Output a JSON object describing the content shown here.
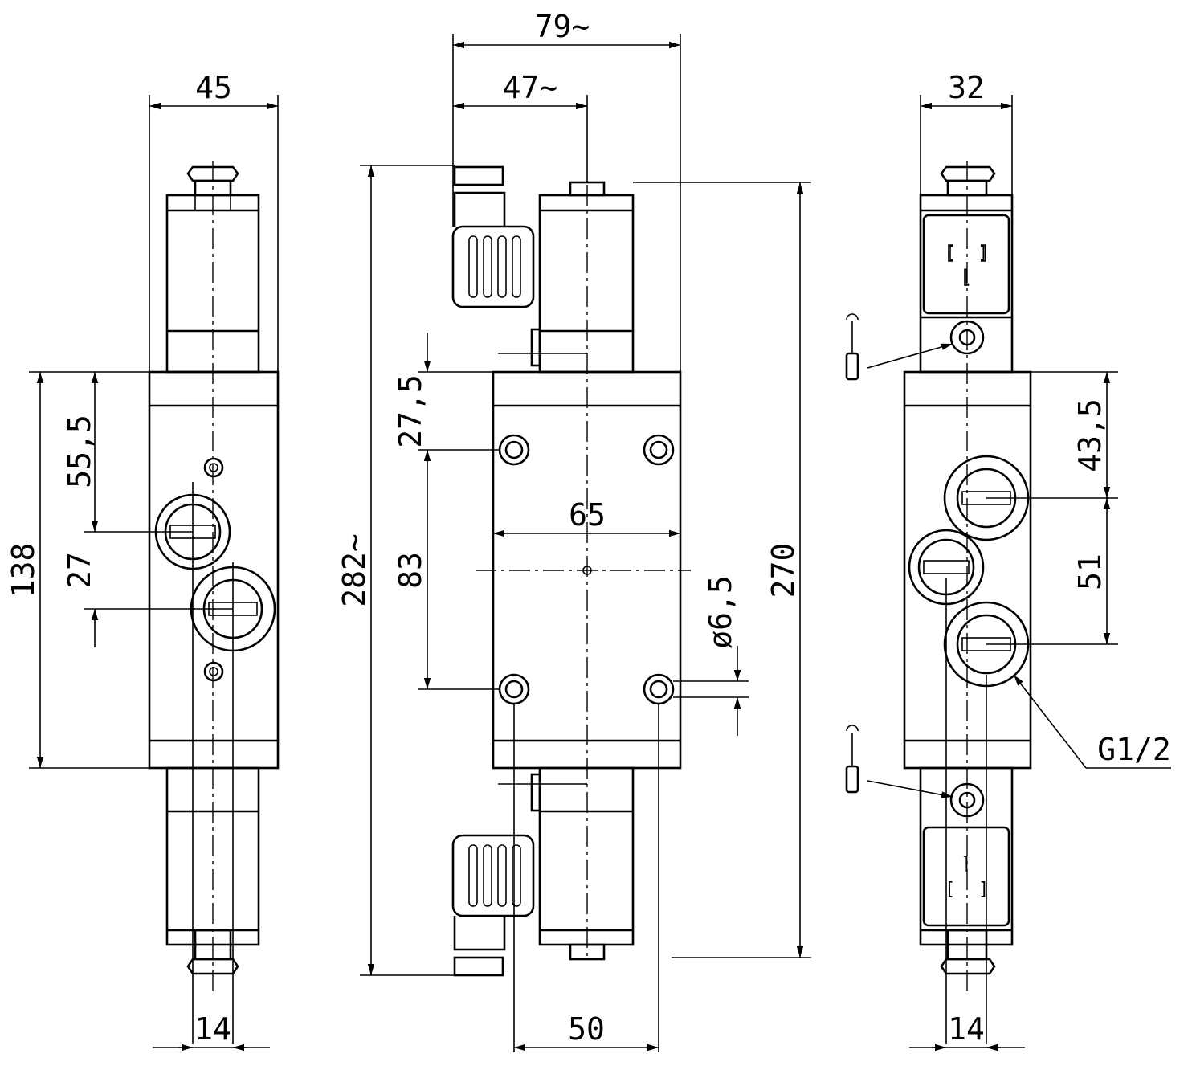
{
  "views": {
    "left": {
      "dimensions": {
        "width_top": "45",
        "height_body": "138",
        "offset_upper": "55,5",
        "port_spacing": "27",
        "width_bottom": "14"
      }
    },
    "center": {
      "dimensions": {
        "overall_width": "79~",
        "coil_width": "47~",
        "overall_height": "282~",
        "top_hole_offset": "27,5",
        "hole_spacing_vertical": "83",
        "hole_spacing_horizontal": "65",
        "hole_diameter": "ø6,5",
        "coil_height": "270",
        "bottom_hole_spacing": "50"
      }
    },
    "right": {
      "dimensions": {
        "width_top": "32",
        "offset_upper": "43,5",
        "port_spacing": "51",
        "port_thread": "G1/2",
        "width_bottom": "14"
      }
    }
  }
}
